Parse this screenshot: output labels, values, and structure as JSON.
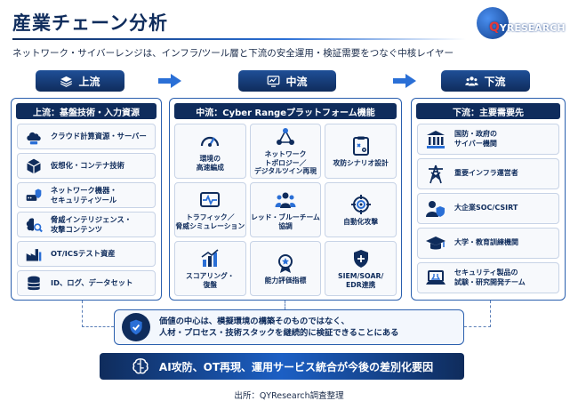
{
  "header": {
    "title": "産業チェーン分析",
    "subtitle": "ネットワーク・サイバーレンジは、インフラ/ツール層と下流の安全運用・検証需要をつなぐ中核レイヤー",
    "logo": {
      "q": "Q",
      "rest": "YRESEARCH"
    }
  },
  "stages": {
    "upstream": {
      "label": "上流",
      "icon": "layers-icon",
      "panel_title": "上流：基盤技術・入力資源",
      "items": [
        {
          "icon": "cloud-server-icon",
          "label": "クラウド計算資源・サーバー"
        },
        {
          "icon": "cube-container-icon",
          "label": "仮想化・コンテナ技術"
        },
        {
          "icon": "network-tools-icon",
          "label": "ネットワーク機器・\nセキュリティツール"
        },
        {
          "icon": "brain-threat-icon",
          "label": "脅威インテリジェンス・\n攻撃コンテンツ"
        },
        {
          "icon": "factory-ics-icon",
          "label": "OT/ICSテスト資産"
        },
        {
          "icon": "database-icon",
          "label": "ID、ログ、データセット"
        }
      ]
    },
    "midstream": {
      "label": "中流",
      "icon": "monitor-chart-icon",
      "panel_title": "中流：Cyber Rangeプラットフォーム機能",
      "cells": [
        {
          "icon": "speedometer-icon",
          "label": "環境の\n高速編成"
        },
        {
          "icon": "topology-icon",
          "label": "ネットワーク\nトポロジー／\nデジタルツイン再現"
        },
        {
          "icon": "scenario-icon",
          "label": "攻防シナリオ設計"
        },
        {
          "icon": "pulse-icon",
          "label": "トラフィック／\n脅威シミュレーション"
        },
        {
          "icon": "team-icon",
          "label": "レッド・ブルーチーム\n協調"
        },
        {
          "icon": "target-icon",
          "label": "自動化攻撃"
        },
        {
          "icon": "score-chart-icon",
          "label": "スコアリング・\n復盤"
        },
        {
          "icon": "medal-icon",
          "label": "能力評価指標"
        },
        {
          "icon": "shield-siem-icon",
          "label": "SIEM/SOAR/\nEDR連携"
        }
      ]
    },
    "downstream": {
      "label": "下流",
      "icon": "users-icon",
      "panel_title": "下流：主要需要先",
      "items": [
        {
          "icon": "government-icon",
          "label": "国防・政府の\nサイバー機関"
        },
        {
          "icon": "power-tower-icon",
          "label": "重要インフラ運営者"
        },
        {
          "icon": "enterprise-shield-icon",
          "label": "大企業SOC/CSIRT"
        },
        {
          "icon": "graduation-cap-icon",
          "label": "大学・教育訓練機関"
        },
        {
          "icon": "laptop-lab-icon",
          "label": "セキュリティ製品の\n試験・研究開発チーム"
        }
      ]
    }
  },
  "value_box": {
    "icon": "shield-check-icon",
    "text": "価値の中心は、模擬環境の構築そのものではなく、\n人材・プロセス・技術スタックを継続的に検証できることにある"
  },
  "banner": {
    "icon": "ai-brain-icon",
    "text": "AI攻防、OT再現、運用サービス統合が今後の差別化要因"
  },
  "source": "出所：QYResearch調査整理",
  "colors": {
    "navy": "#0f2c5c",
    "accent": "#2a6fd6",
    "border": "#2a5fae"
  }
}
